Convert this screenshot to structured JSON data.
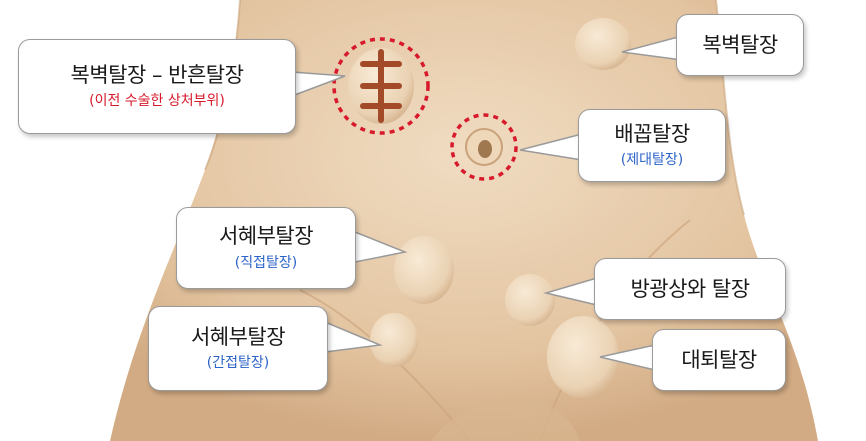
{
  "colors": {
    "skin": "#e6c9a8",
    "skin_shadow": "#c9a27a",
    "bulge": "#f2dcc1",
    "dashed_circle": "#d7192b",
    "scar": "#a34a28",
    "sub_red": "#d7192b",
    "sub_blue": "#2c64c8",
    "callout_border": "#9a9a9a"
  },
  "labels": {
    "incisional": {
      "main": "복벽탈장 – 반흔탈장",
      "sub": "(이전 수술한 상처부위)"
    },
    "ventral": {
      "main": "복벽탈장"
    },
    "umbilical": {
      "main": "배꼽탈장",
      "sub": "(제대탈장)"
    },
    "inguinal_direct": {
      "main": "서혜부탈장",
      "sub": "(직접탈장)"
    },
    "inguinal_indirect": {
      "main": "서혜부탈장",
      "sub": "(간접탈장)"
    },
    "bladder": {
      "main": "방광상와 탈장"
    },
    "femoral": {
      "main": "대퇴탈장"
    }
  }
}
